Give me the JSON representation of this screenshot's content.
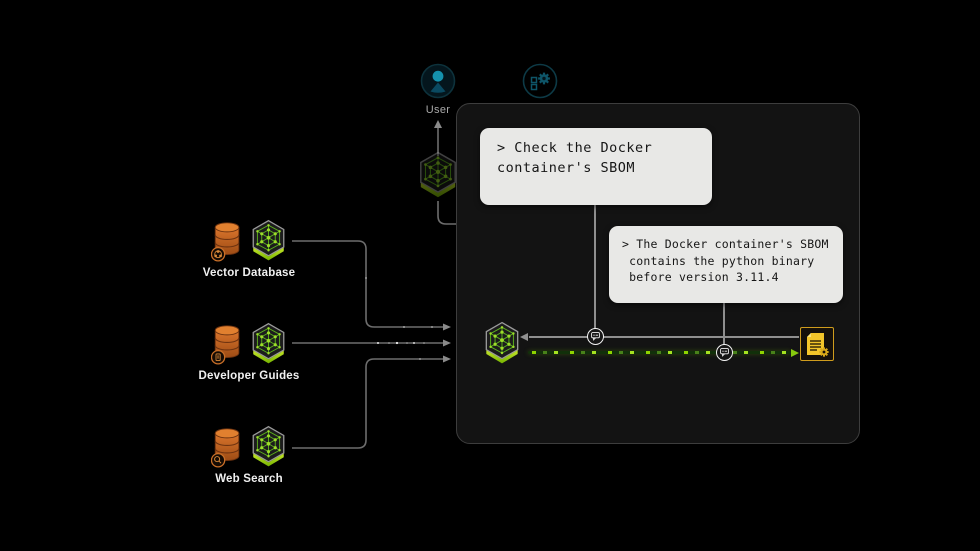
{
  "scene": {
    "user": {
      "label": "User"
    },
    "sources": [
      {
        "label": "Vector Database",
        "badge_icon": "network-badge-icon"
      },
      {
        "label": "Developer Guides",
        "badge_icon": "document-badge-icon"
      },
      {
        "label": "Web Search",
        "badge_icon": "search-badge-icon"
      }
    ],
    "panel": {
      "messages": [
        {
          "lines": [
            "> Check the Docker",
            "container's SBOM"
          ]
        },
        {
          "lines": [
            "> The Docker container's SBOM",
            " contains the python binary",
            " before version 3.11.4"
          ]
        }
      ]
    },
    "icons": {
      "user": "user-icon",
      "tools": "services-gear-icon",
      "agent": "nvidia-ai-cube-icon",
      "database": "database-icon",
      "message_marker": "chat-bubble-icon",
      "output": "sbom-document-gear-icon"
    },
    "colors": {
      "background": "#000000",
      "nvidia_green": "#76b900",
      "teal": "#1592ad",
      "database_orange": "#d9732b",
      "document_gold": "#e2b41f",
      "bubble_background": "#e8e8e6",
      "panel_border": "#3d3d3d",
      "wire_gray": "#6d6d6d"
    }
  }
}
